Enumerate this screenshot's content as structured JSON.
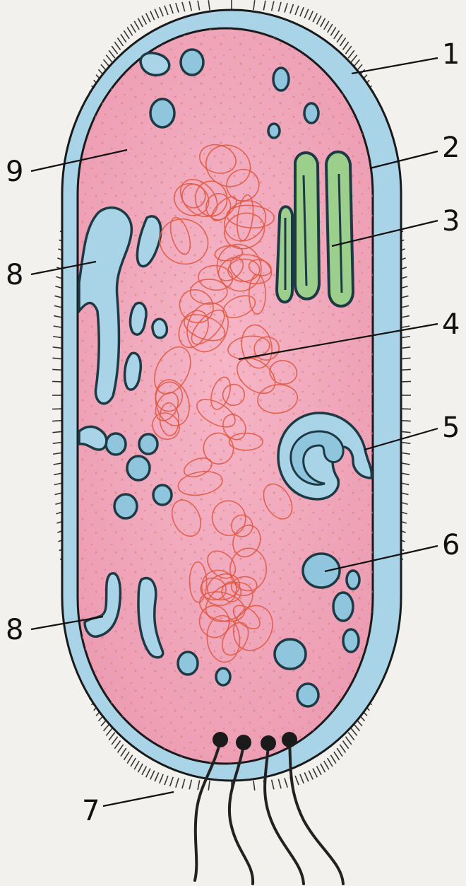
{
  "labels": [
    {
      "id": "label-1",
      "text": "1"
    },
    {
      "id": "label-2",
      "text": "2"
    },
    {
      "id": "label-3",
      "text": "3"
    },
    {
      "id": "label-4",
      "text": "4"
    },
    {
      "id": "label-5",
      "text": "5"
    },
    {
      "id": "label-6",
      "text": "6"
    },
    {
      "id": "label-7",
      "text": "7"
    },
    {
      "id": "label-8a",
      "text": "8"
    },
    {
      "id": "label-8b",
      "text": "8"
    },
    {
      "id": "label-9",
      "text": "9"
    }
  ],
  "colors": {
    "background": "#f3f1ee",
    "cytoplasm": "#f0a9bd",
    "wall": "#a9d3e6",
    "vesicle": "#8fc6dd",
    "thylakoid": "#9ccf8c",
    "nucleoid": "#e05a45"
  }
}
